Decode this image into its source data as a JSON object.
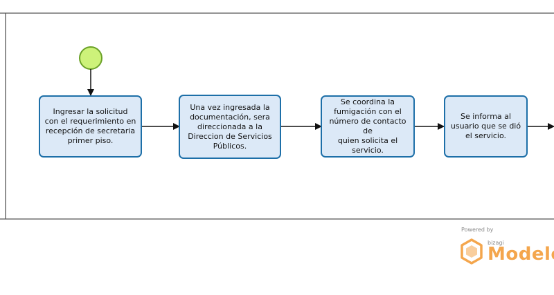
{
  "diagram": {
    "tasks": [
      {
        "id": "task-1",
        "lines": [
          "Ingresar la solicitud",
          "con el requerimiento en",
          "recepción de secretaria",
          "primer piso."
        ]
      },
      {
        "id": "task-2",
        "lines": [
          "Una vez ingresada la",
          "documentación, sera",
          "direccionada a la",
          "Direccion de Servicios",
          "Públicos."
        ]
      },
      {
        "id": "task-3",
        "lines": [
          "Se coordina la",
          "fumigación con el",
          "número de contacto de",
          "quien solicita el",
          "servicio."
        ]
      },
      {
        "id": "task-4",
        "lines": [
          "Se informa al",
          "usuario que se dió",
          "el servicio."
        ]
      }
    ]
  },
  "watermark": {
    "powered_by": "Powered by",
    "brand": "bizagi",
    "product": "Modeler"
  },
  "colors": {
    "task_fill": "#dce9f7",
    "task_border": "#1d6fa8",
    "start_fill": "#cdf27a",
    "start_border": "#6aa127",
    "watermark_accent": "#f4a64d"
  }
}
